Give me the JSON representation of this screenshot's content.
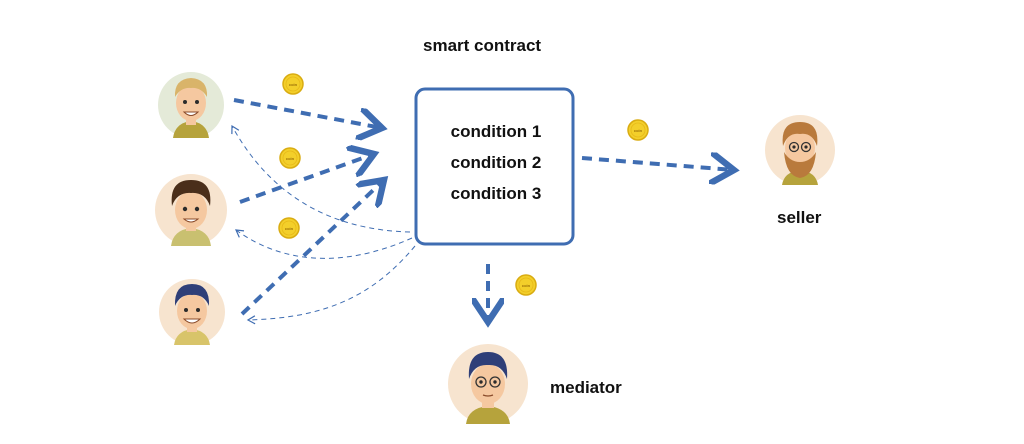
{
  "title": "smart contract",
  "conditions": [
    "condition 1",
    "condition 2",
    "condition 3"
  ],
  "seller": {
    "label": "seller"
  },
  "mediator": {
    "label": "mediator"
  },
  "coin_text": "coin",
  "colors": {
    "arrow": "#3f6db2",
    "box_border": "#3f6db2",
    "coin_fill": "#f3cf2a",
    "coin_edge": "#d9ac12",
    "avatar_bg_green": "#e4ead8",
    "avatar_bg_peach": "#f7e4cf",
    "skin": "#f5c8a0",
    "hair_blond": "#d9b46a",
    "hair_brown": "#4a2e1a",
    "hair_navy": "#2f3f78",
    "hair_ginger": "#b97a3c",
    "shirt_olive": "#b6a33c"
  },
  "icons": [
    "buyer-1-avatar",
    "buyer-2-avatar",
    "buyer-3-avatar",
    "seller-avatar",
    "mediator-avatar",
    "coin-icon"
  ]
}
